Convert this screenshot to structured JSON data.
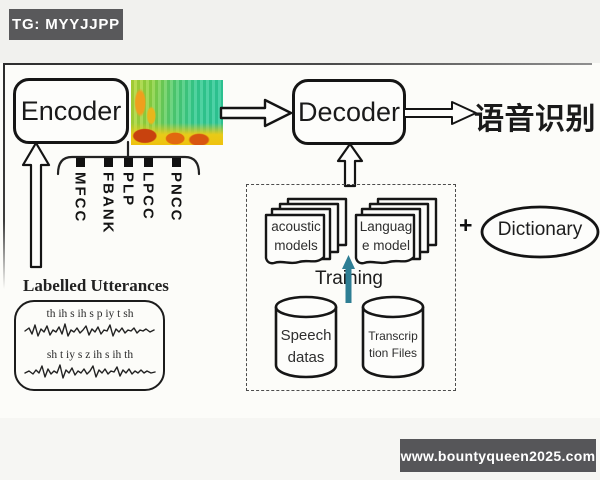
{
  "badge": {
    "label": "TG: MYYJJPP"
  },
  "watermark": {
    "label": "www.bountyqueen2025.com"
  },
  "diagram": {
    "encoder_label": "Encoder",
    "decoder_label": "Decoder",
    "output_label": "语音识别",
    "features": [
      {
        "label": "MFCC"
      },
      {
        "label": "FBANK"
      },
      {
        "label": "PLP"
      },
      {
        "label": "LPCC"
      },
      {
        "label": "PNCC"
      }
    ],
    "utterances": {
      "title": "Labelled Utterances",
      "row1": "th ih s ih s p iy t sh",
      "row2": "sh t iy s z ih s ih th"
    },
    "training": {
      "acoustic_line1": "acoustic",
      "acoustic_line2": "models",
      "language_line1": "Languag",
      "language_line2": "e model",
      "label": "Training",
      "speech_line1": "Speech",
      "speech_line2": "datas",
      "transcription_line1": "Transcrip",
      "transcription_line2": "tion Files"
    },
    "plus_label": "+",
    "dictionary_label": "Dictionary"
  },
  "colors": {
    "badge_bg": "#59595b",
    "watermark_bg": "#565659",
    "training_arrow_teal": "#2e7e94",
    "spectrogram_teal": "#2dc99b",
    "spectrogram_yellow": "#e8cb18",
    "spectrogram_orange": "#e2680f"
  }
}
